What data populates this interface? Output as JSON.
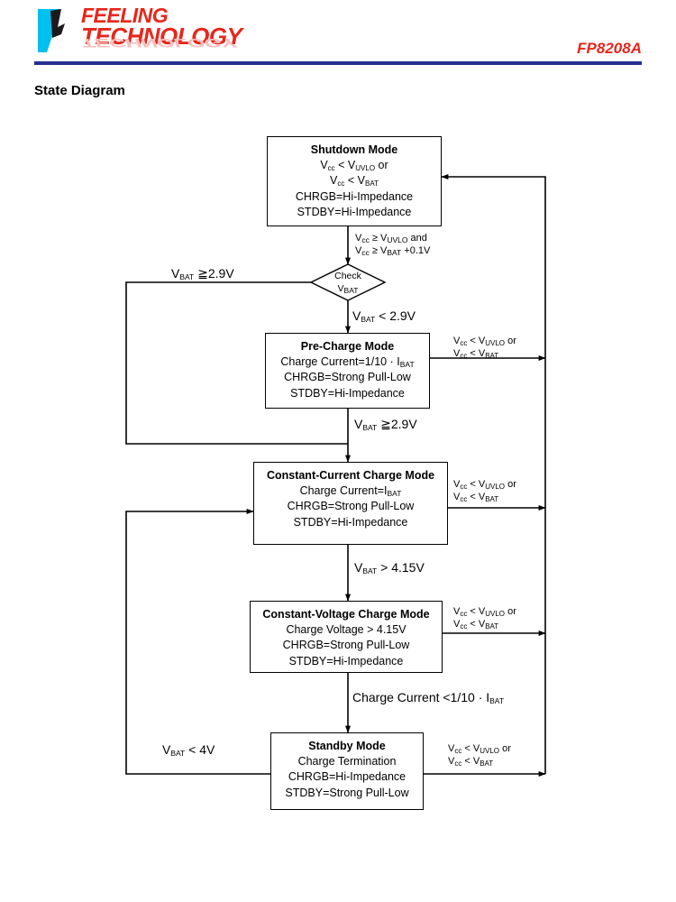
{
  "header": {
    "brand_line_1": "FEELING",
    "brand_line_2": "TECHNOLOGY",
    "brand_reflection": "TECHNOLOGY",
    "part_number": "FP8208A",
    "accent_red": "#e8261b",
    "rule_blue": "#262f8f",
    "logo_cyan": "#00c0f0"
  },
  "section": {
    "title": "State Diagram"
  },
  "diagram": {
    "states": [
      {
        "id": "shutdown",
        "title": "Shutdown Mode",
        "lines": [
          "Vcc < VUVLO or",
          "Vcc < VBAT",
          "CHRGB=Hi-Impedance",
          "STDBY=Hi-Impedance"
        ]
      },
      {
        "id": "pre-charge",
        "title": "Pre-Charge Mode",
        "lines": [
          "Charge Current=1/10 · IBAT",
          "CHRGB=Strong Pull-Low",
          "STDBY=Hi-Impedance"
        ]
      },
      {
        "id": "constant-current",
        "title": "Constant-Current Charge Mode",
        "lines": [
          "Charge Current=IBAT",
          "CHRGB=Strong Pull-Low",
          "STDBY=Hi-Impedance"
        ]
      },
      {
        "id": "constant-voltage",
        "title": "Constant-Voltage Charge Mode",
        "lines": [
          "Charge Voltage > 4.15V",
          "CHRGB=Strong Pull-Low",
          "STDBY=Hi-Impedance"
        ]
      },
      {
        "id": "standby",
        "title": "Standby Mode",
        "lines": [
          "Charge Termination",
          "CHRGB=Hi-Impedance",
          "STDBY=Strong Pull-Low"
        ]
      }
    ],
    "decision": {
      "id": "check-vbat",
      "line_1": "Check",
      "line_2": "VBAT"
    },
    "transitions": {
      "shutdown_to_check_1": "Vcc ≥ VUVLO and",
      "shutdown_to_check_2": "Vcc ≥ VBAT +0.1V",
      "check_to_cc": "VBAT ≧2.9V",
      "check_to_precharge": "VBAT < 2.9V",
      "precharge_to_cc": "VBAT ≧2.9V",
      "cc_to_cv": "VBAT > 4.15V",
      "cv_to_standby": "Charge Current <1/10 · IBAT",
      "standby_to_cc": "VBAT < 4V",
      "fault_1": "Vcc < VUVLO or",
      "fault_2": "Vcc < VBAT"
    }
  }
}
